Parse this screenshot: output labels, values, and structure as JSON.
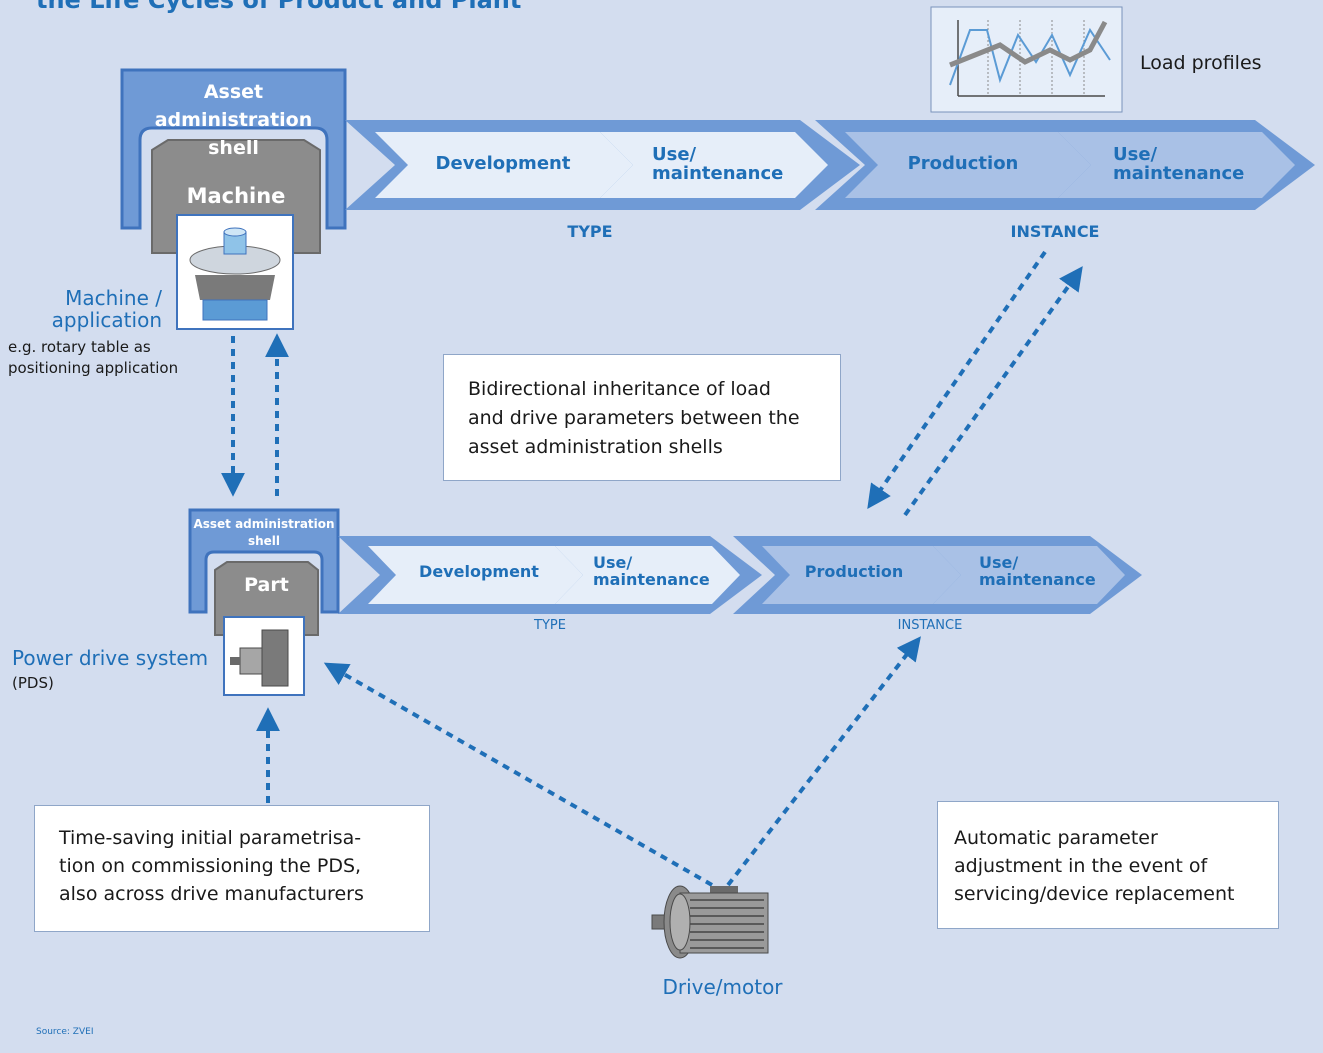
{
  "title_partial": "the Life Cycles of Product and Plant",
  "load_profiles": {
    "label": "Load profiles"
  },
  "machine": {
    "shell_label": "Asset administration\nshell",
    "core_label": "Machine",
    "name": "Machine /\napplication",
    "description": "e.g. rotary table as\npositioning application"
  },
  "part": {
    "shell_label": "Asset administration\nshell",
    "core_label": "Part",
    "name": "Power drive system",
    "abbrev": "(PDS)"
  },
  "lifecycle_top": {
    "type_stages": [
      "Development",
      "Use/\nmaintenance"
    ],
    "instance_stages": [
      "Production",
      "Use/\nmaintenance"
    ],
    "type_label": "TYPE",
    "instance_label": "INSTANCE"
  },
  "lifecycle_bottom": {
    "type_stages": [
      "Development",
      "Use/\nmaintenance"
    ],
    "instance_stages": [
      "Production",
      "Use/\nmaintenance"
    ],
    "type_label": "TYPE",
    "instance_label": "INSTANCE"
  },
  "callouts": {
    "bidirectional": "Bidirectional inheritance of load\nand drive parameters between the\nasset administration shells",
    "time_saving": "Time-saving initial parametrisa-\ntion on commissioning the PDS,\nalso across drive manufacturers",
    "automatic": "Automatic parameter\nadjustment in the event of\nservicing/device replacement"
  },
  "motor": {
    "label": "Drive/motor"
  },
  "source": "Source: ZVEI",
  "colors": {
    "background": "#d3ddef",
    "accent_blue": "#1f6fb7",
    "shell_blue": "#6f9ad6",
    "type_fill": "#e6eef9",
    "instance_fill": "#a9c1e6",
    "grey_core": "#8c8c8c"
  }
}
